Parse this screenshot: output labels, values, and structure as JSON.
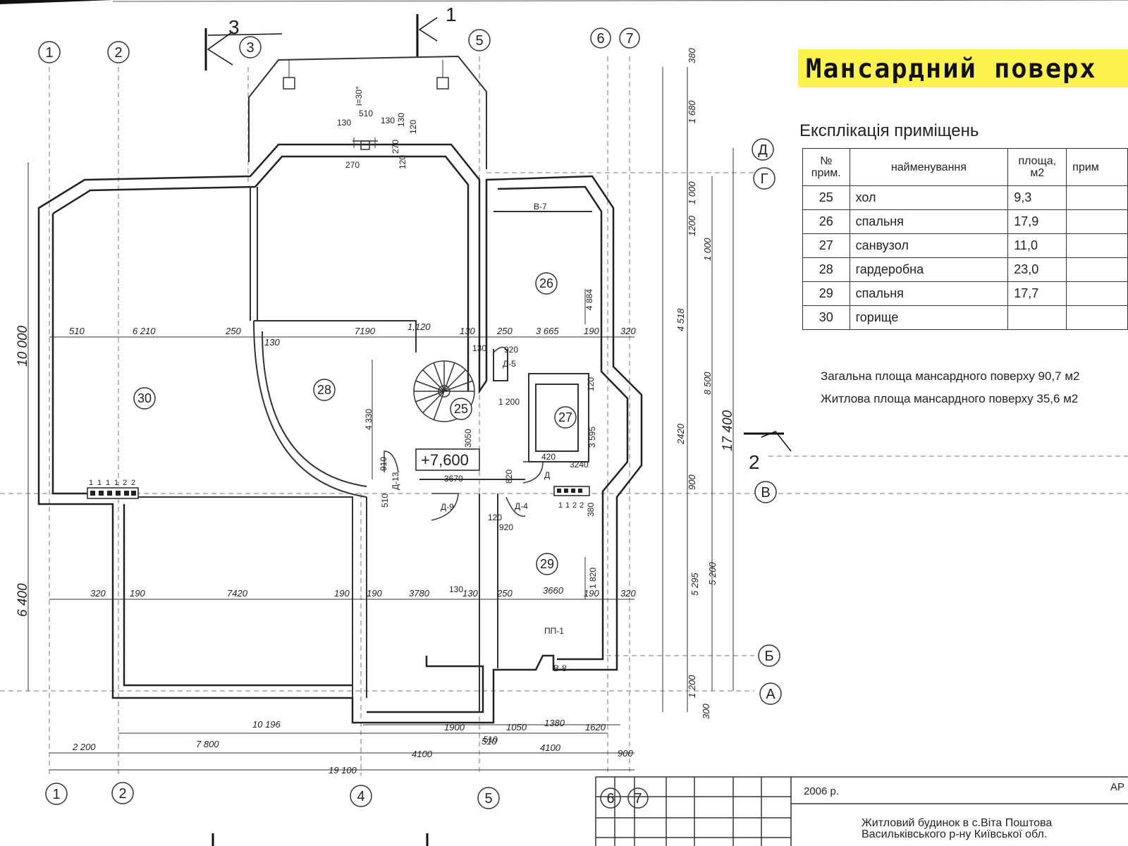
{
  "title": "Мансардний поверх",
  "explication": {
    "heading": "Експлікація приміщень",
    "headers": {
      "num": "№ прим.",
      "name": "найменування",
      "area": "площа, м2",
      "note": "прим"
    },
    "rows": [
      {
        "num": "25",
        "name": "хол",
        "area": "9,3"
      },
      {
        "num": "26",
        "name": "спальня",
        "area": "17,9"
      },
      {
        "num": "27",
        "name": "санвузол",
        "area": "11,0"
      },
      {
        "num": "28",
        "name": "гардеробна",
        "area": "23,0"
      },
      {
        "num": "29",
        "name": "спальня",
        "area": "17,7"
      },
      {
        "num": "30",
        "name": "горище",
        "area": ""
      }
    ],
    "total_area": "Загальна площа мансардного поверху 90,7 м2",
    "living_area": "Житлова площа мансардного поверху 35,6  м2"
  },
  "stamp": {
    "year": "2006 р.",
    "sheet": "АР",
    "name_line1": "Житловий будинок в с.Віта Поштова",
    "name_line2": "Васильківського р-ну  Київської обл."
  },
  "plan": {
    "level": "+7,600",
    "rooms": [
      "30",
      "28",
      "26",
      "27",
      "25",
      "29"
    ],
    "axes_bottom": [
      "1",
      "2",
      "4",
      "5",
      "6",
      "7"
    ],
    "axes_top": [
      "1",
      "2",
      "3",
      "5",
      "6",
      "7"
    ],
    "axes_right": [
      "Д",
      "Г",
      "В",
      "Б",
      "А"
    ],
    "section_marks": [
      "3",
      "1",
      "2"
    ],
    "doors": [
      "Д-5",
      "Д-13",
      "Д-9",
      "Д-4",
      "Д"
    ],
    "windows": [
      "В-7",
      "В-8",
      "ПП-1"
    ],
    "slope": "i=30°",
    "dims_overall_horizontal": [
      "2 200",
      "7 800",
      "4100",
      "510",
      "4100",
      "900",
      "19 100"
    ],
    "dims_bottom_chain": [
      "10 196",
      "1900",
      "1050",
      "1380",
      "1620"
    ],
    "dims_row_upper": [
      "510",
      "6 210",
      "250",
      "130",
      "7190",
      "1,120",
      "130",
      "250",
      "3 665",
      "190",
      "320"
    ],
    "dims_row_lower": [
      "320",
      "190",
      "7420",
      "190",
      "190",
      "3780",
      "130",
      "250",
      "3660",
      "190",
      "320"
    ],
    "dims_vertical_left": [
      "10 000",
      "6 400"
    ],
    "dims_vertical_right": [
      "380",
      "1 680",
      "1 000",
      "1200",
      "1 000",
      "4 518",
      "8 500",
      "17 400",
      "2420",
      "900",
      "5 295",
      "5 200",
      "1 200",
      "300"
    ],
    "dims_interior": [
      "4 884",
      "4 330",
      "3050",
      "3 595",
      "3670",
      "3240",
      "1 200",
      "920",
      "920",
      "120",
      "120",
      "130",
      "130",
      "510",
      "510",
      "820",
      "910",
      "1 820",
      "380",
      "420"
    ],
    "dims_top_detail": [
      "130",
      "510",
      "130",
      "130",
      "270",
      "270",
      "120",
      "120"
    ],
    "vent_labels_left": [
      "1",
      "1",
      "1",
      "1",
      "2",
      "2"
    ],
    "vent_labels_right": [
      "1",
      "1",
      "2",
      "2"
    ]
  }
}
